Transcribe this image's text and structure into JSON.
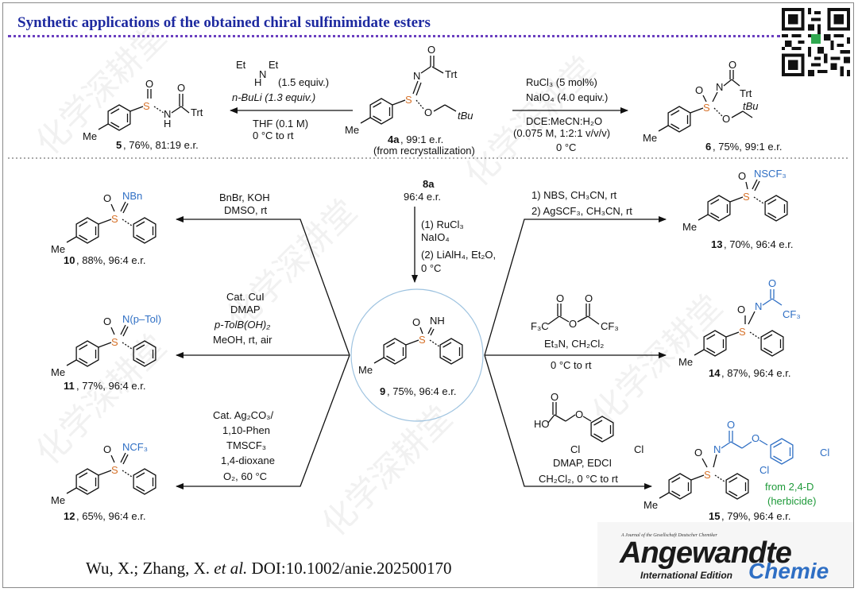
{
  "title": "Synthetic applications of the obtained chiral sulfinimidate esters",
  "citation": {
    "authors": "Wu, X.; Zhang, X.",
    "etal": "et al.",
    "doi": "DOI:10.1002/anie.202500170"
  },
  "journal": {
    "small": "A Journal of the Gesellschaft Deutscher Chemiker",
    "name": "Angewandte",
    "edition": "International Edition",
    "chemie": "Chemie"
  },
  "top_row": {
    "center": {
      "label": "4a",
      "er": ", 99:1 e.r.",
      "note": "(from recrystallization)"
    },
    "left_arrow": {
      "reagent1": "(1.5 equiv.)",
      "reagent2": "n-BuLi (1.3 equiv.)",
      "cond1": "THF (0.1 M)",
      "cond2": "0 °C to rt"
    },
    "right_arrow": {
      "reagent1": "RuCl₃ (5 mol%)",
      "reagent2": "NaIO₄ (4.0 equiv.)",
      "cond1": "DCE:MeCN:H₂O",
      "cond2": "(0.075 M, 1:2:1 v/v/v)",
      "cond3": "0 °C"
    },
    "product5": {
      "label": "5",
      "yield": ", 76%, 81:19 e.r."
    },
    "product6": {
      "label": "6",
      "yield": ", 75%, 99:1 e.r."
    }
  },
  "middle": {
    "start": {
      "label": "8a",
      "er": "96:4 e.r."
    },
    "steps": [
      "(1) RuCl₃",
      "NaIO₄",
      "(2) LiAlH₄, Et₂O,",
      "0 °C"
    ],
    "hub": {
      "label": "9",
      "yield": ", 75%, 96:4 e.r."
    }
  },
  "branches": [
    {
      "id": "10",
      "conditions": [
        "BnBr, KOH",
        "DMSO, rt"
      ],
      "group": "NBn",
      "yield": ", 88%, 96:4 e.r."
    },
    {
      "id": "11",
      "conditions": [
        "Cat. CuI",
        "DMAP",
        "p-TolB(OH)₂",
        "MeOH, rt, air"
      ],
      "group": "N(p–Tol)",
      "yield": ", 77%, 96:4 e.r."
    },
    {
      "id": "12",
      "conditions": [
        "Cat. Ag₂CO₃/",
        "1,10-Phen",
        "TMSCF₃",
        "1,4-dioxane",
        "O₂, 60 °C"
      ],
      "group": "NCF₃",
      "yield": ", 65%, 96:4 e.r."
    },
    {
      "id": "13",
      "conditions": [
        "1) NBS, CH₃CN, rt",
        "2) AgSCF₃, CH₃CN, rt"
      ],
      "group": "NSCF₃",
      "yield": ", 70%, 96:4 e.r."
    },
    {
      "id": "14",
      "conditions": [
        "Et₃N, CH₂Cl₂",
        "0 °C to rt"
      ],
      "group": "CF₃",
      "yield": ", 87%, 96:4 e.r."
    },
    {
      "id": "15",
      "conditions": [
        "DMAP, EDCI",
        "CH₂Cl₂, 0 °C to rt"
      ],
      "group": "2,4-D",
      "yield": ", 79%, 96:4 e.r.",
      "note1": "from 2,4-D",
      "note2": "(herbicide)"
    }
  ],
  "atoms": {
    "Me": "Me",
    "S": "S",
    "O": "O",
    "N": "N",
    "H": "H",
    "NH": "NH",
    "Trt": "Trt",
    "tBu": "tBu",
    "Et": "Et",
    "F3C": "F₃C",
    "CF3": "CF₃",
    "Cl": "Cl",
    "HO": "HO"
  },
  "colors": {
    "title": "#1e2aa0",
    "accent_blue": "#2f6fc4",
    "herbicide_green": "#1f9a3a",
    "sulfur_orange": "#d6722a"
  }
}
